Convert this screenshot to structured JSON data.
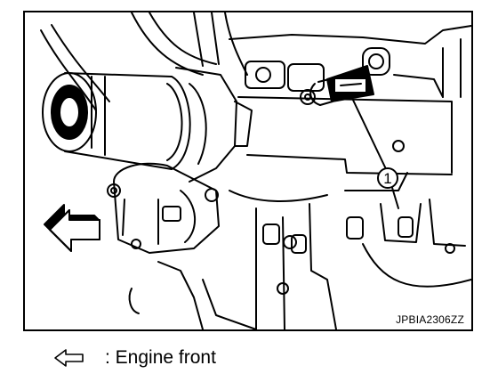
{
  "figure": {
    "code": "JPBIA2306ZZ",
    "callout_number": "1"
  },
  "legend": {
    "icon": "outline-arrow-left-icon",
    "text": ": Engine front"
  }
}
